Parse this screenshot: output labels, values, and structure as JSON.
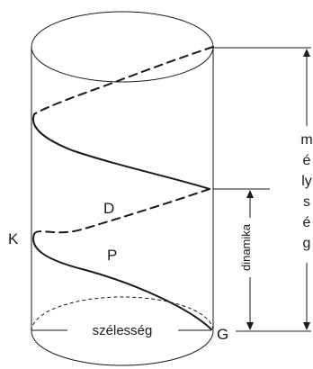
{
  "points": {
    "D": "D",
    "K": "K",
    "P": "P",
    "G": "G"
  },
  "dimensions": {
    "width_label": "szélesség",
    "dynamics_label": "dinamika",
    "depth_letters": [
      "m",
      "é",
      "ly",
      "s",
      "é",
      "g"
    ]
  },
  "colors": {
    "line": "#1a1a1a",
    "background": "#ffffff"
  }
}
